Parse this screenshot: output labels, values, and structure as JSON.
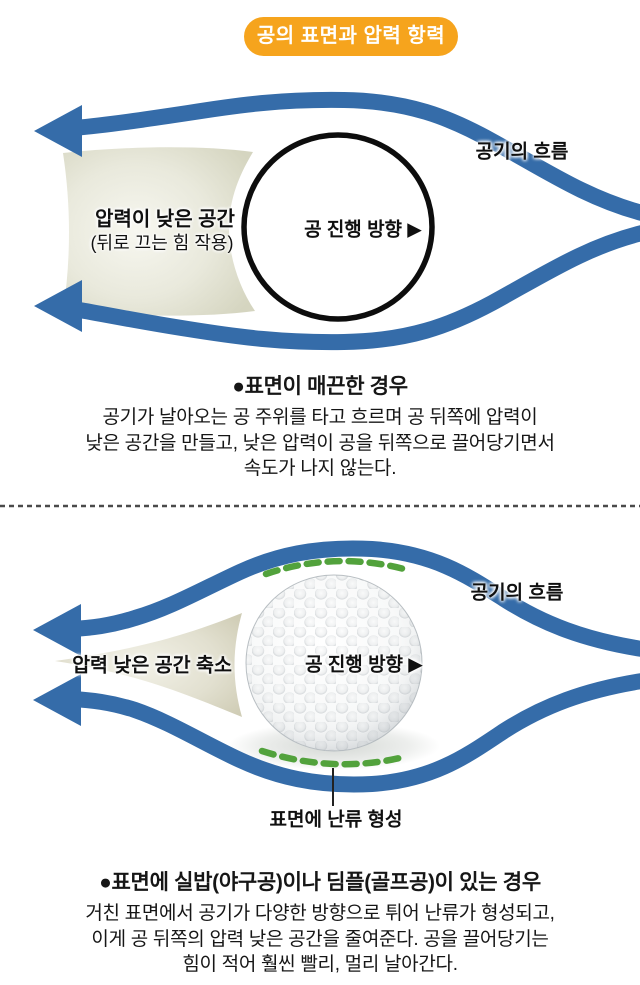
{
  "title": "공의 표면과 압력 항력",
  "colors": {
    "badge_orange": "#F6A41D",
    "flow_blue": "#356CA9",
    "dash_green": "#52A23C",
    "pillow_beige": "#D9D9C5",
    "wedge_beige": "#D5D2BD",
    "ink": "#111111"
  },
  "smooth": {
    "air_flow_label": "공기의 흐름",
    "low_pressure_label": "압력이 낮은 공간",
    "low_pressure_note": "(뒤로 끄는 힘 작용)",
    "direction_label": "공 진행 방향 ▶",
    "heading": "●표면이 매끈한 경우",
    "body": [
      "공기가 날아오는 공 주위를 타고 흐르며 공 뒤쪽에 압력이",
      "낮은 공간을 만들고, 낮은 압력이 공을 뒤쪽으로 끌어당기면서",
      "속도가 나지 않는다."
    ]
  },
  "dimpled": {
    "air_flow_label": "공기의 흐름",
    "pressure_reduced_label": "압력 낮은 공간 축소",
    "direction_label": "공 진행 방향 ▶",
    "turbulence_label": "표면에 난류 형성",
    "heading": "●표면에 실밥(야구공)이나 딤플(골프공)이 있는 경우",
    "body": [
      "거친 표면에서 공기가 다양한 방향으로 튀어 난류가 형성되고,",
      "이게 공 뒤쪽의 압력 낮은 공간을 줄여준다. 공을 끌어당기는",
      "힘이 적어 훨씬 빨리, 멀리 날아간다."
    ]
  }
}
